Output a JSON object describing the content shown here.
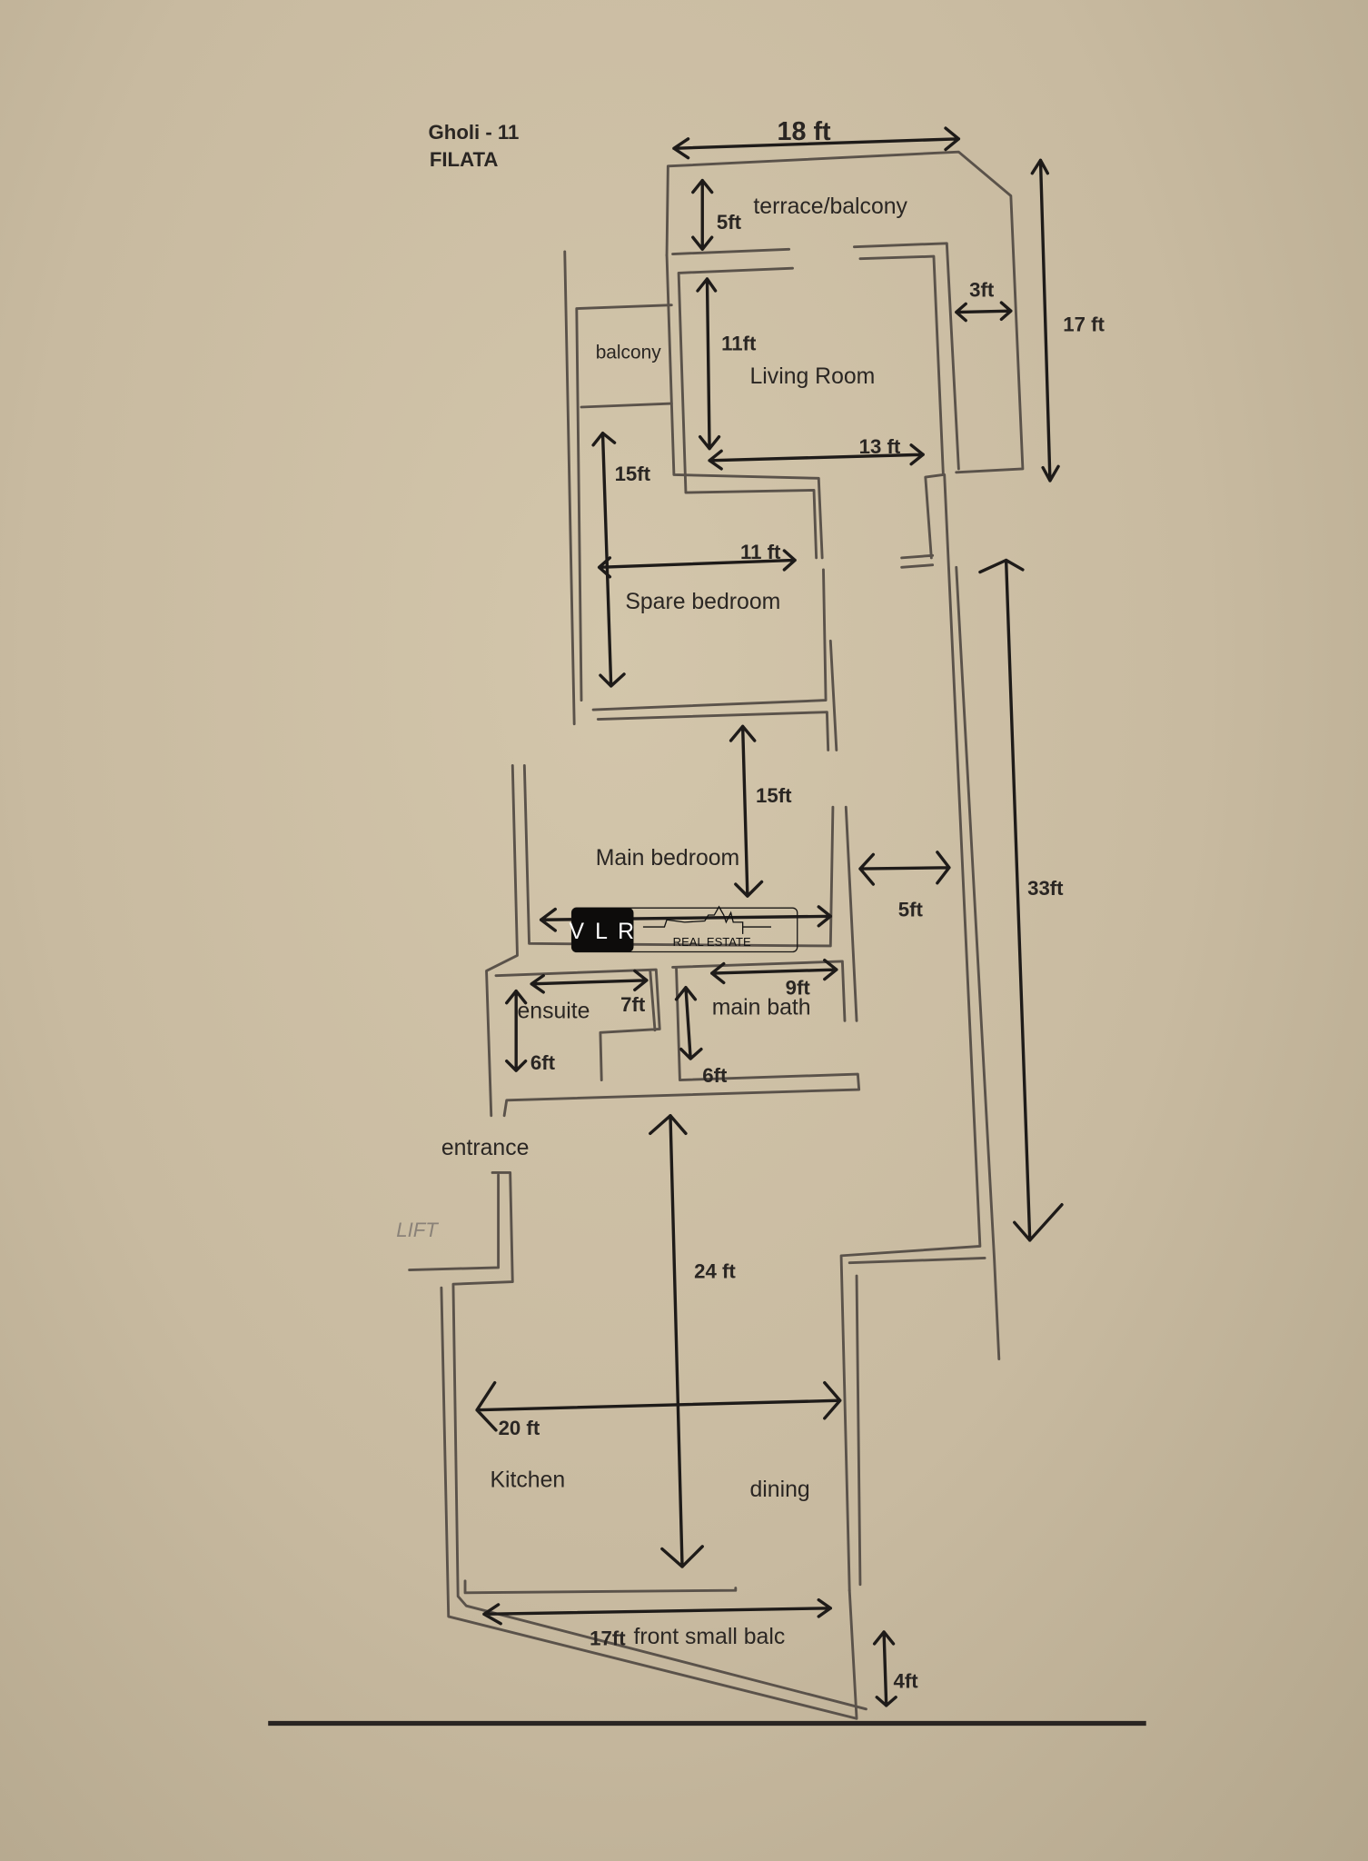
{
  "header": {
    "line1": "Gholi - 11",
    "line2": "FILATA"
  },
  "rooms": {
    "terrace": "terrace/balcony",
    "balcony": "balcony",
    "living": "Living Room",
    "spare": "Spare bedroom",
    "main_bedroom": "Main bedroom",
    "ensuite": "ensuite",
    "main_bath": "main bath",
    "entrance": "entrance",
    "lift": "LIFT",
    "kitchen": "Kitchen",
    "dining": "dining",
    "front_balc": "front small balc"
  },
  "dimensions": {
    "top_width": "18 ft",
    "terrace_depth": "5ft",
    "right_gap": "3ft",
    "right_top_height": "17 ft",
    "living_height": "11ft",
    "living_width": "13 ft",
    "spare_height": "15ft",
    "spare_width": "11 ft",
    "main_bed_height": "15ft",
    "corridor_width": "5ft",
    "right_long_height": "33ft",
    "ensuite_width": "7ft",
    "ensuite_height": "6ft",
    "bath_width": "9ft",
    "bath_height": "6ft",
    "kitchen_height": "24 ft",
    "kitchen_width": "20 ft",
    "front_balc_width": "17ft",
    "front_balc_depth": "4ft"
  },
  "watermark": {
    "logo": "V L R",
    "text": "REAL ESTATE"
  },
  "colors": {
    "paper": "#c8baa0",
    "ink": "#1e1b19",
    "wall": "#5a524a"
  }
}
